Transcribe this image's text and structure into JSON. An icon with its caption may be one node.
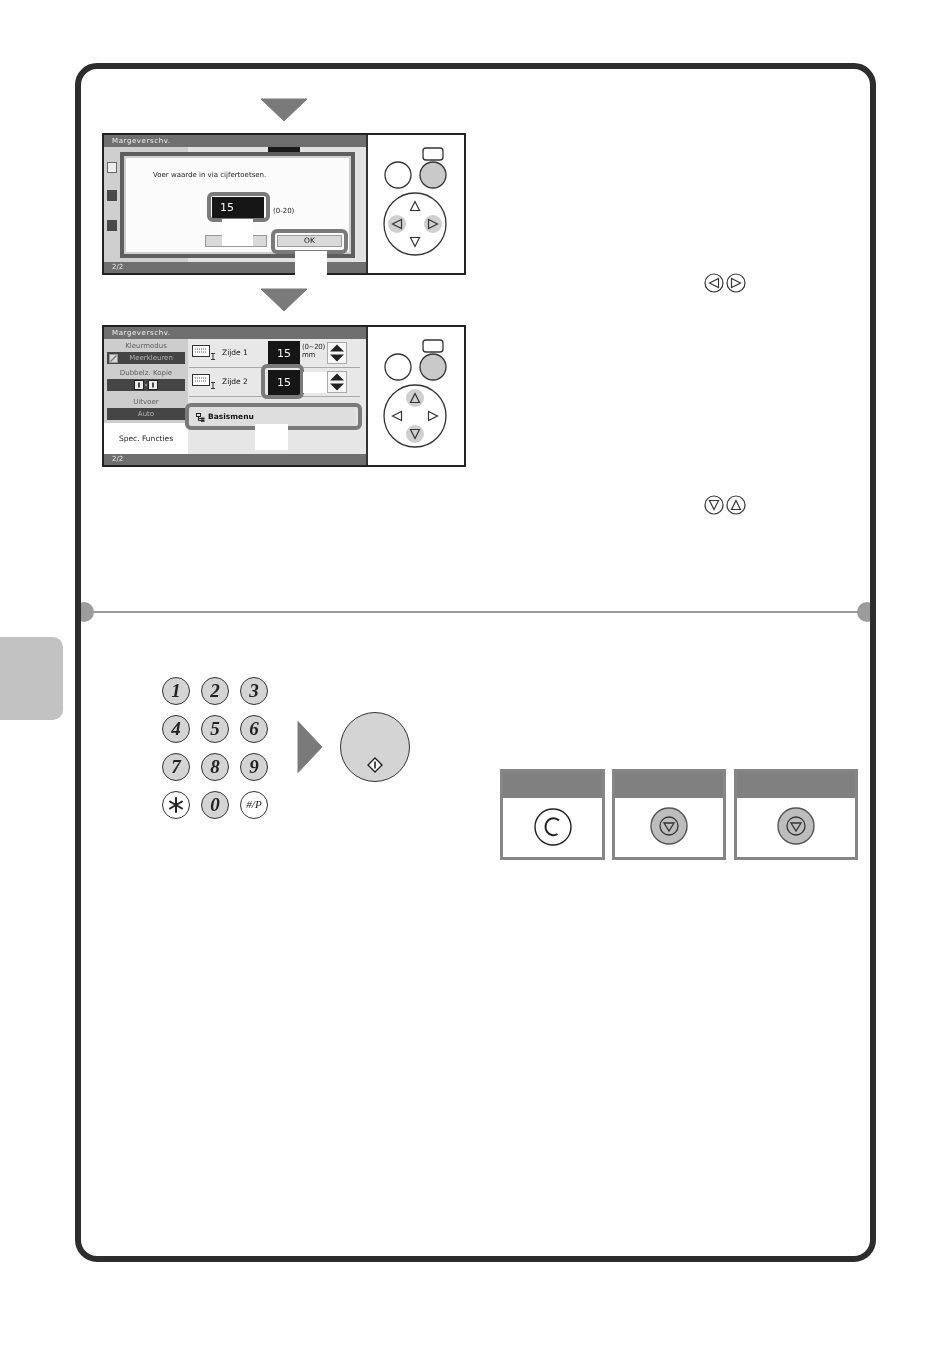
{
  "diagram": {
    "nodes": [
      {
        "text": [
          "Margeverschv.",
          "2/2"
        ]
      },
      {
        "text": [
          "Voer waarde in via cijfertoetsen."
        ],
        "in": 0
      },
      {
        "text": [
          "15"
        ],
        "beside": [
          "(0-20)"
        ],
        "in": 1
      },
      {
        "text": [
          "OK"
        ],
        "in": 1
      },
      {
        "text": [
          "Margeverschv.",
          "2/2"
        ]
      },
      {
        "text": [
          "Kleurmodus",
          "Meerkleuren"
        ],
        "in": 4
      },
      {
        "text": [
          "Dubbelz. Kopie"
        ],
        "in": 4
      },
      {
        "text": [
          "Uitvoer",
          "Auto"
        ],
        "in": 4
      },
      {
        "text": [
          "Spec. Functies"
        ],
        "in": 4
      },
      {
        "text": [
          "Zijde 1"
        ],
        "in": 4
      },
      {
        "text": [
          "15"
        ],
        "beside": [
          "(0~20) mm"
        ],
        "in": 9
      },
      {
        "text": [
          "Zijde 2"
        ],
        "in": 4
      },
      {
        "text": [
          "15"
        ],
        "in": 11
      },
      {
        "text": [
          "Basismenu"
        ],
        "in": 4
      },
      {
        "text": [],
        "shape": "box"
      },
      {
        "text": [
          "1"
        ]
      },
      {
        "text": [
          "2"
        ]
      },
      {
        "text": [
          "3"
        ]
      },
      {
        "text": [
          "4"
        ]
      },
      {
        "text": [
          "5"
        ]
      },
      {
        "text": [
          "6"
        ]
      },
      {
        "text": [
          "7"
        ]
      },
      {
        "text": [
          "8"
        ]
      },
      {
        "text": [
          "9"
        ]
      },
      {
        "text": [],
        "shape": "circle"
      },
      {
        "text": [
          "0"
        ]
      },
      {
        "text": [
          "#/P"
        ]
      },
      {
        "text": [],
        "shape": "circle"
      }
    ],
    "edges": [
      {
        "from": null,
        "to": 0,
        "arrow": "to"
      },
      {
        "from": 0,
        "to": 4,
        "arrow": "to"
      },
      {
        "from": null,
        "to": 27,
        "arrow": "to"
      }
    ]
  }
}
